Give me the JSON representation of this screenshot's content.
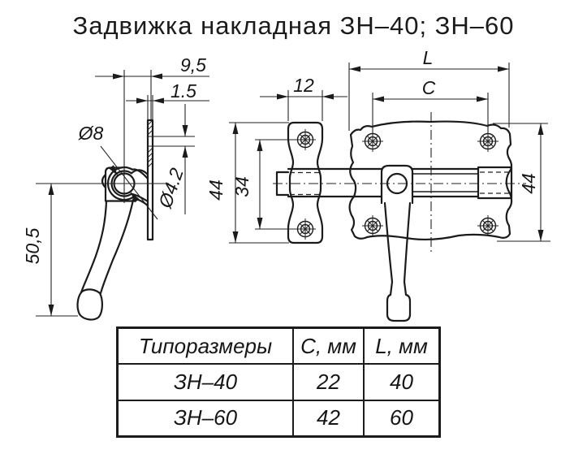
{
  "title": "Задвижка  накладная  ЗН–40; ЗН–60",
  "side_view": {
    "dim_flange_width": "9,5",
    "dim_plate_thickness": "1.5",
    "dim_rod_diameter": "Ø8",
    "dim_hole_diameter": "Ø4.2",
    "dim_overall_height": "50,5"
  },
  "front_view": {
    "dim_keeper_width": "12",
    "dim_overall_length": "L",
    "dim_hole_spacing": "C",
    "dim_keeper_hole_spacing": "34",
    "dim_keeper_height": "44",
    "dim_plate_height": "44"
  },
  "table": {
    "headers": [
      "Типоразмеры",
      "C, мм",
      "L, мм"
    ],
    "rows": [
      {
        "model": "ЗН–40",
        "c": "22",
        "l": "40"
      },
      {
        "model": "ЗН–60",
        "c": "42",
        "l": "60"
      }
    ]
  }
}
